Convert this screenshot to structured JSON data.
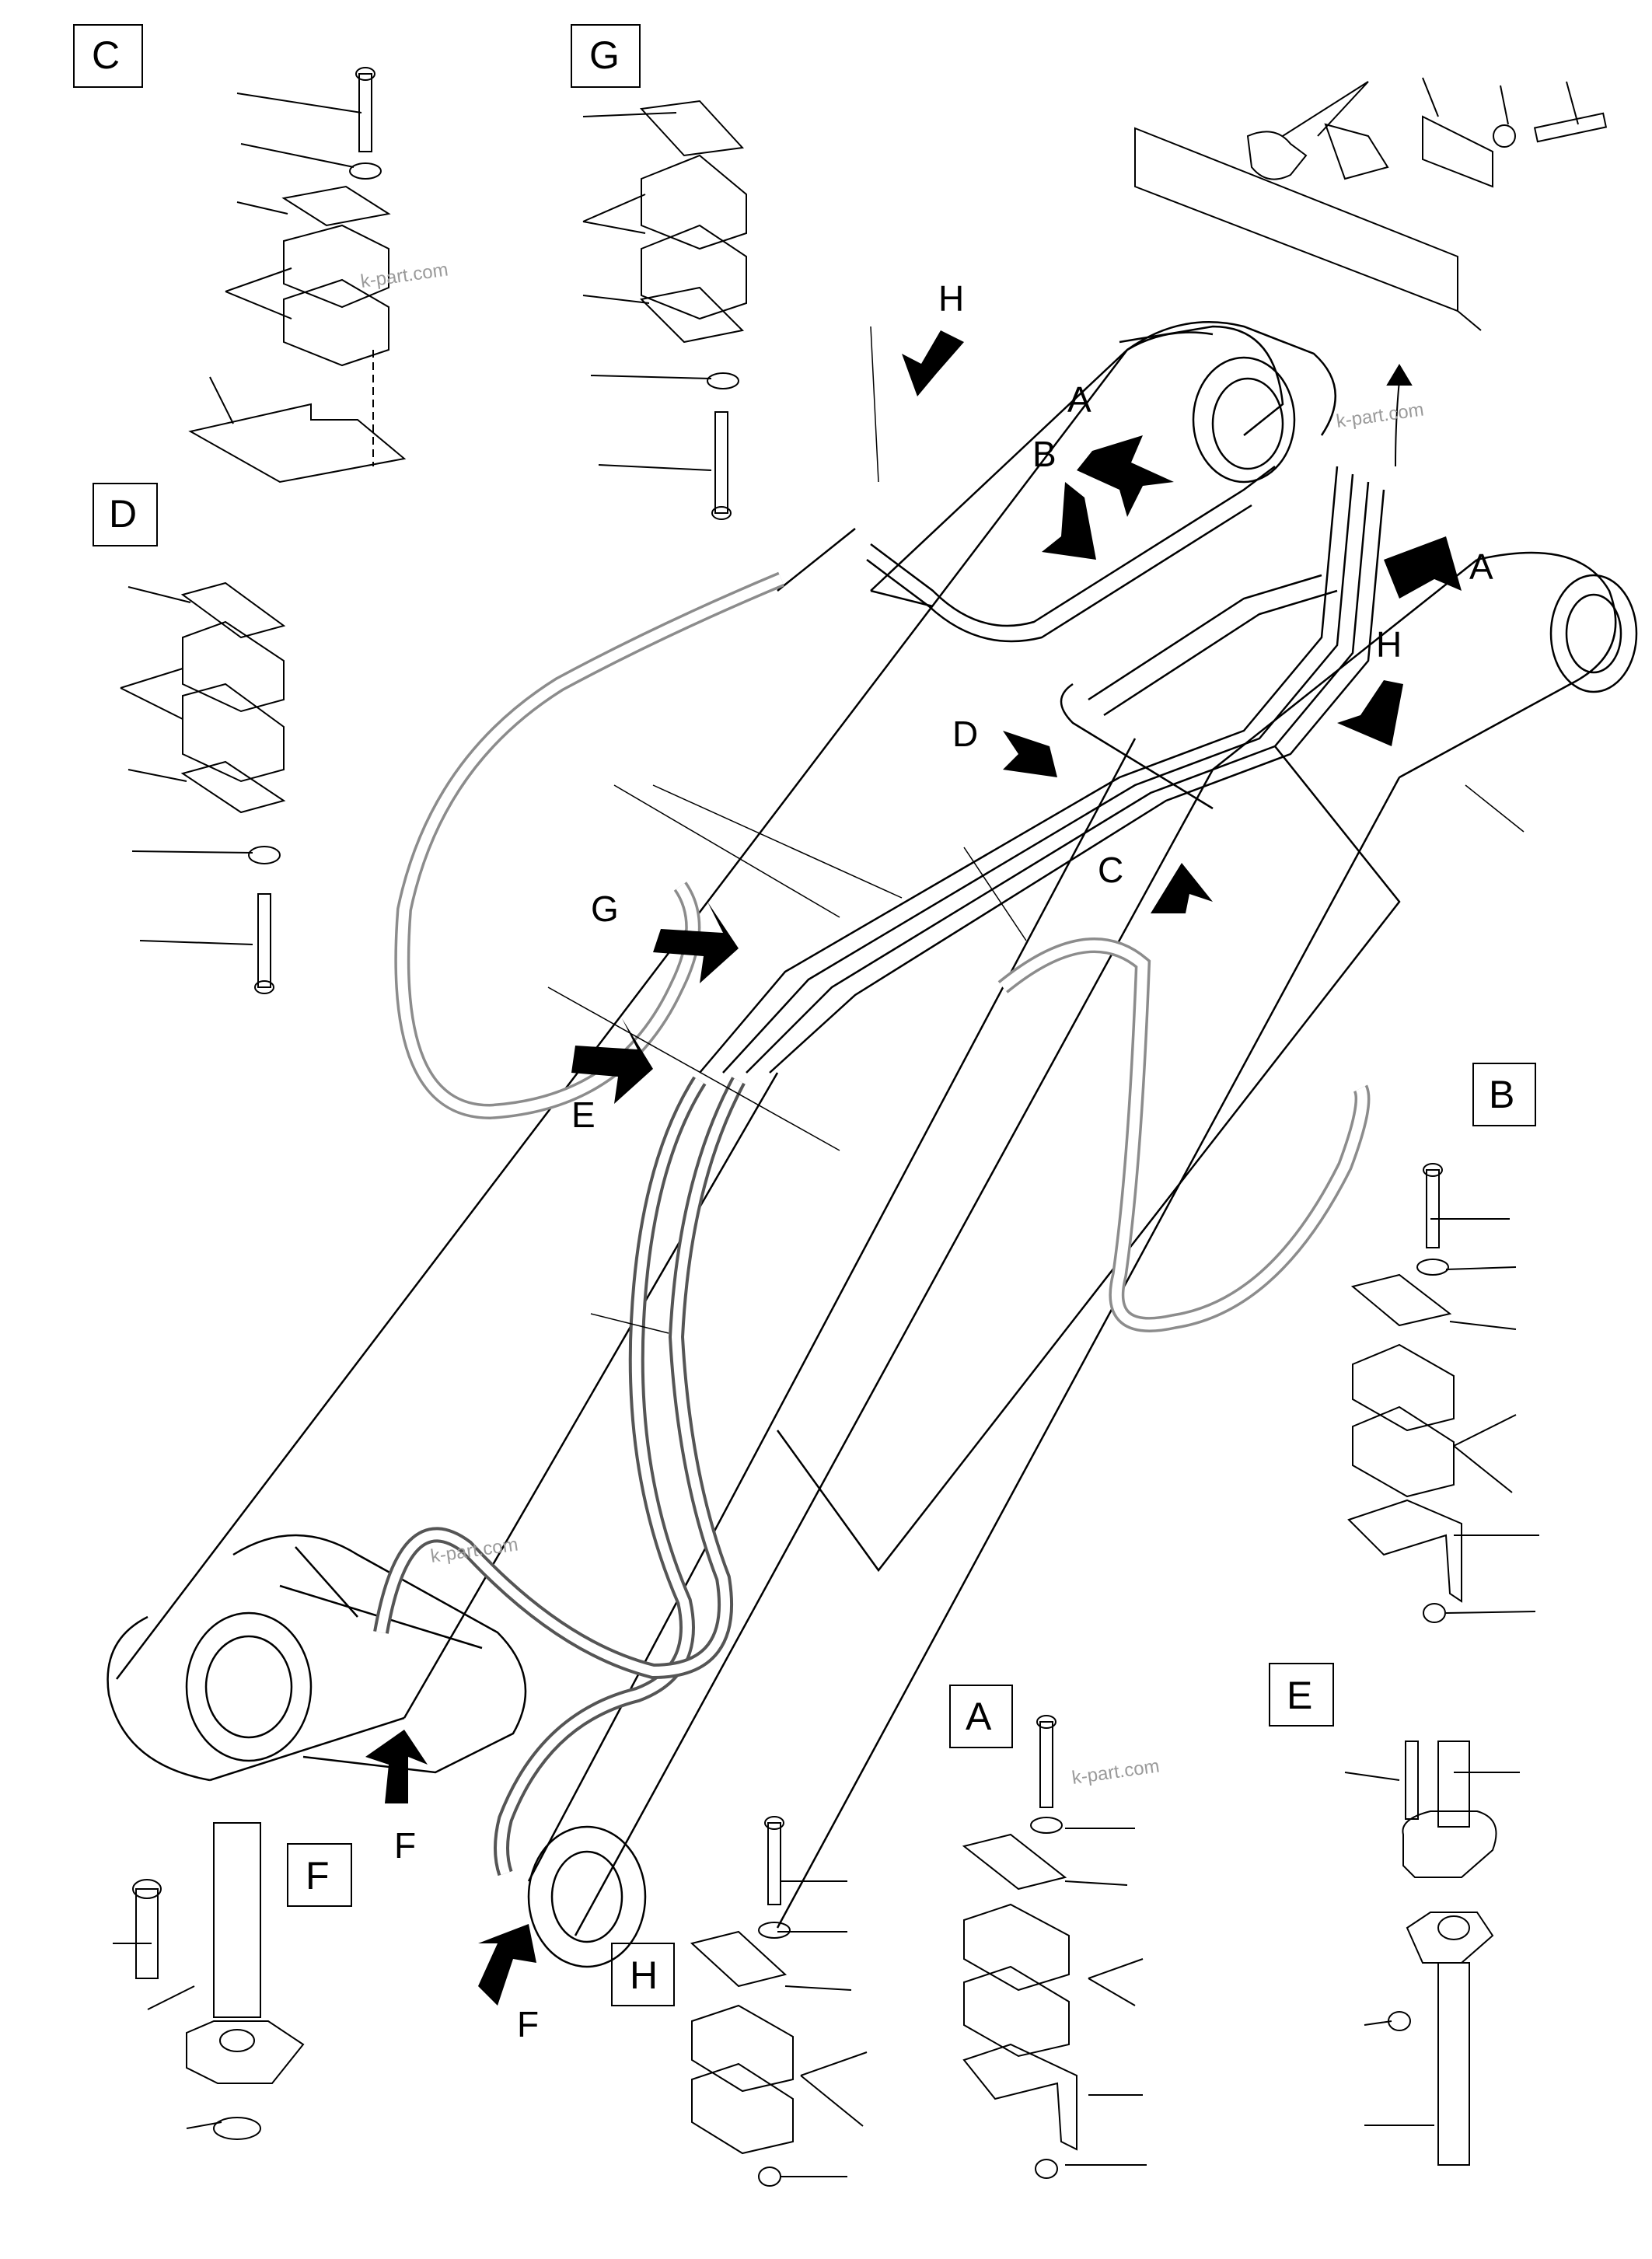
{
  "diagram": {
    "detail_views": [
      {
        "id": "view-c",
        "label": "C"
      },
      {
        "id": "view-g",
        "label": "G"
      },
      {
        "id": "view-d",
        "label": "D"
      },
      {
        "id": "view-b",
        "label": "B"
      },
      {
        "id": "view-e",
        "label": "E"
      },
      {
        "id": "view-a",
        "label": "A"
      },
      {
        "id": "view-f",
        "label": "F"
      },
      {
        "id": "view-h",
        "label": "H"
      }
    ],
    "arrow_markers": [
      "H",
      "A",
      "B",
      "A",
      "H",
      "D",
      "C",
      "G",
      "E",
      "F",
      "F"
    ],
    "watermark": "k-part.com",
    "colors": {
      "line": "#000000",
      "background": "#ffffff",
      "hose_shade": "#8c8c8c",
      "watermark": "#9a9a9a"
    }
  }
}
